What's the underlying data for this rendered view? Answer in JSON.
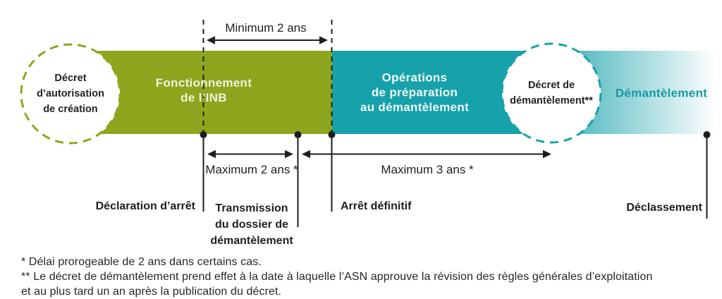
{
  "colors": {
    "green": "#8DA61E",
    "teal": "#16A1AB",
    "teal_text": "#1799A3",
    "band_text": "#F2F1DE",
    "dark_text": "#232323",
    "line": "#1E1E1E"
  },
  "decrees": {
    "creation": "Décret\nd’autorisation\nde création",
    "dismantling": "Décret de\ndémantèlement**"
  },
  "phases": {
    "operation": "Fonctionnement\nde l’INB",
    "preparation": "Opérations\nde préparation\nau démantèlement",
    "dismantling": "Démantèlement"
  },
  "durations": {
    "minimum": "Minimum 2 ans",
    "maximum2": "Maximum 2 ans *",
    "maximum3": "Maximum 3 ans *"
  },
  "milestones": {
    "declaration": "Déclaration d’arrêt",
    "transmission": "Transmission\ndu dossier de\ndémantèlement",
    "shutdown": "Arrêt définitif",
    "declassification": "Déclassement"
  },
  "footnotes": [
    "* Délai prorogeable de 2 ans dans certains cas.",
    "** Le décret de démantèlement prend effet à la date à laquelle l’ASN approuve la révision des règles générales d’exploitation",
    "et au plus tard un an après la publication du décret."
  ]
}
